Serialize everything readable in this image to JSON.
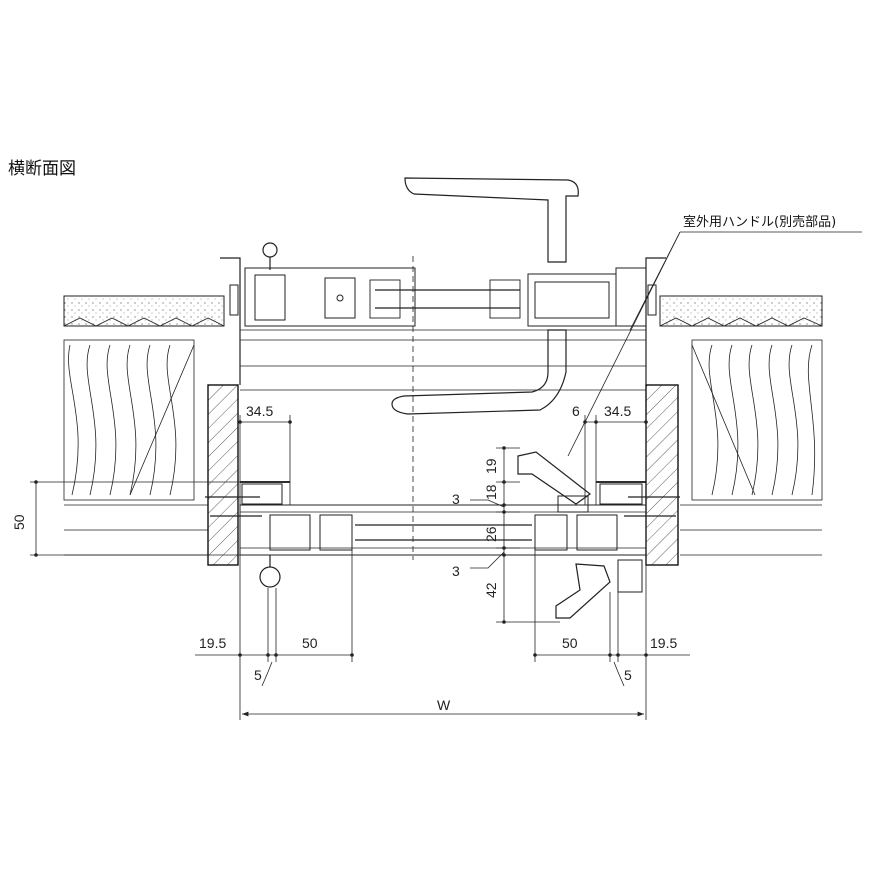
{
  "title": "横断面図",
  "callout": "室外用ハンドル(別売部品)",
  "dimensions": {
    "left_top": "34.5",
    "right_top_gap": "6",
    "right_top": "34.5",
    "v19": "19",
    "v3_top": "3",
    "v18": "18",
    "v26": "26",
    "v3_bottom": "3",
    "v42": "42",
    "left_50_vertical": "50",
    "left_19_5": "19.5",
    "left_50": "50",
    "left_5": "5",
    "right_50": "50",
    "right_19_5": "19.5",
    "right_5": "5",
    "width": "W"
  }
}
